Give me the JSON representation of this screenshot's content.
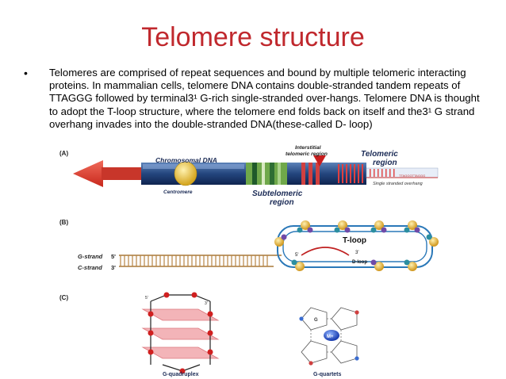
{
  "slide": {
    "title": "Telomere structure",
    "bullet": "Telomeres are comprised of repeat sequences and bound by multiple telomeric interacting proteins. In mammalian cells, telomere DNA contains double-stranded tandem repeats of TTAGGG followed by terminal3¹ G-rich single-stranded over-hangs. Telomere DNA is thought to adopt the T-loop structure, where the telomere end folds back on itself and the3¹ G strand overhang invades into the double-stranded DNA(these-called D- loop)"
  },
  "figure": {
    "panel_a": {
      "tag": "(A)",
      "chromosomal_dna": "Chromosomal DNA",
      "centromere": "Centromere",
      "interstitial_1": "Interstitial",
      "interstitial_2": "telomeric region",
      "telomeric_1": "Telomeric",
      "telomeric_2": "region",
      "subtelomeric_1": "Subtelomeric",
      "subtelomeric_2": "region",
      "overhang_seq": "TTAGGGTTAGGG",
      "overhang_label": "Single stranded overhang"
    },
    "panel_b": {
      "tag": "(B)",
      "g_strand": "G-strand",
      "c_strand": "C-strand",
      "five_prime": "5'",
      "three_prime": "3'",
      "t_loop": "T-loop",
      "d_loop": "D-loop",
      "loop_5": "5'",
      "loop_3": "3'"
    },
    "panel_c": {
      "tag": "(C)",
      "top_5": "5'",
      "top_3": "3'",
      "quadruplex": "G-quadruplex",
      "quartets": "G-quartets",
      "metal": "M+",
      "g_letter": "G"
    }
  }
}
